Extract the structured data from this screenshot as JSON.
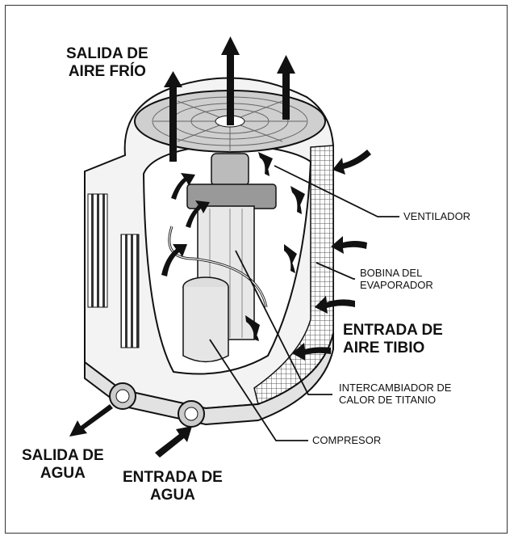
{
  "labels": {
    "salida_aire": [
      "SALIDA DE",
      "AIRE FRÍO"
    ],
    "ventilador": "VENTILADOR",
    "bobina": [
      "BOBINA DEL",
      "EVAPORADOR"
    ],
    "entrada_aire": [
      "ENTRADA DE",
      "AIRE TIBIO"
    ],
    "intercambiador": [
      "INTERCAMBIADOR DE",
      "CALOR DE TITANIO"
    ],
    "compresor": "COMPRESOR",
    "salida_agua": [
      "SALIDA DE",
      "AGUA"
    ],
    "entrada_agua": [
      "ENTRADA DE",
      "AGUA"
    ]
  }
}
